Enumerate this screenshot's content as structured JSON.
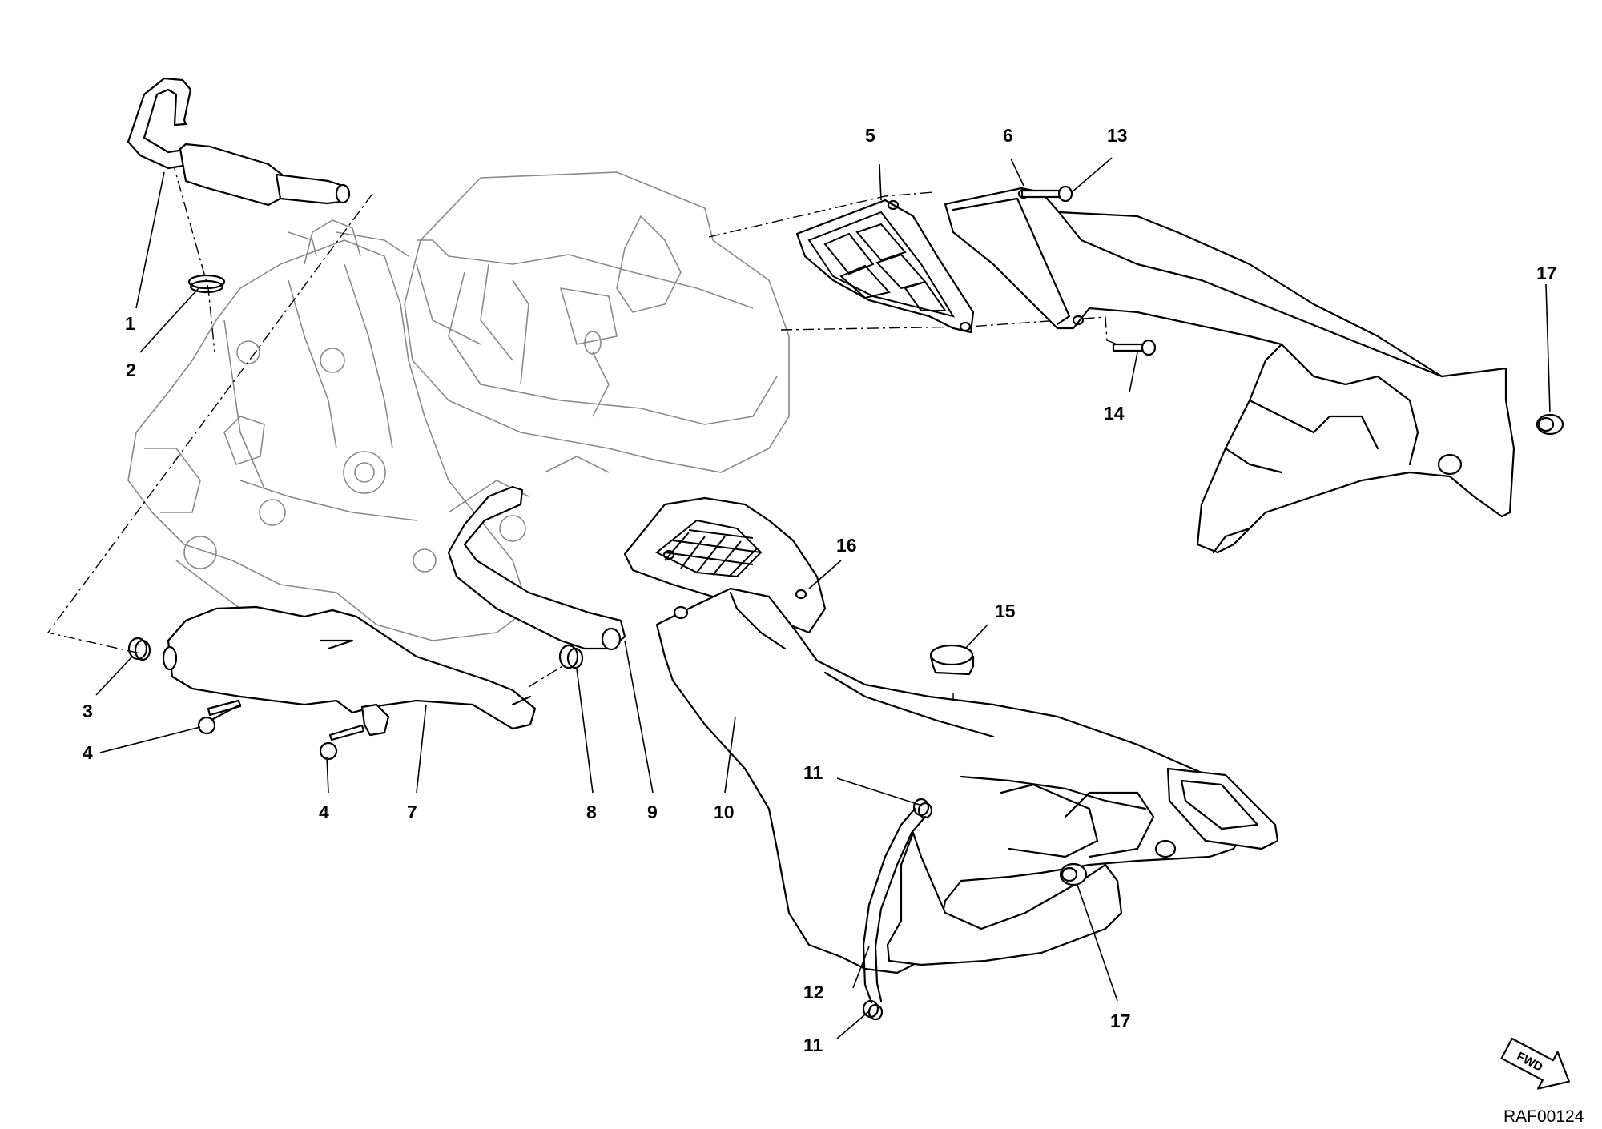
{
  "callouts": {
    "c1": "1",
    "c2": "2",
    "c3": "3",
    "c4a": "4",
    "c4b": "4",
    "c5": "5",
    "c6": "6",
    "c7": "7",
    "c8": "8",
    "c9": "9",
    "c10": "10",
    "c11a": "11",
    "c11b": "11",
    "c12": "12",
    "c13": "13",
    "c14": "14",
    "c15": "15",
    "c16": "16",
    "c17a": "17",
    "c17b": "17"
  },
  "drawing_code": "RAF00124",
  "direction_arrow": {
    "label": "FWD",
    "icon": "forward-arrow-icon"
  }
}
